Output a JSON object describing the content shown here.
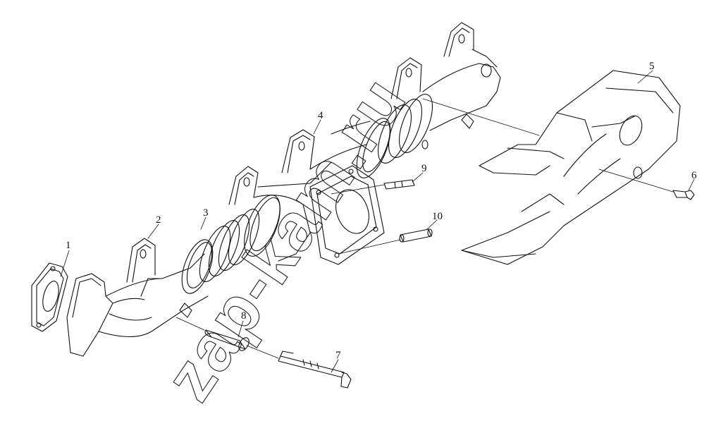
{
  "diagram": {
    "part_labels": [
      "1",
      "2",
      "3",
      "4",
      "5",
      "6",
      "7",
      "8",
      "9",
      "10"
    ],
    "watermark": "zap-kam.ru"
  }
}
